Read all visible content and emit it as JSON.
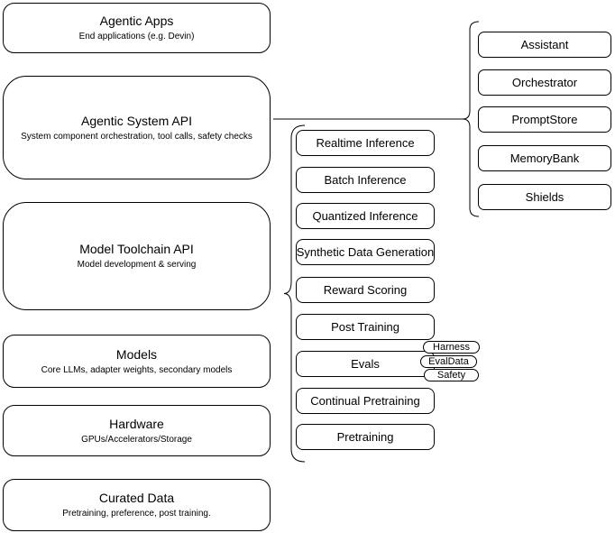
{
  "diagram": {
    "stack": [
      {
        "title": "Agentic Apps",
        "subtitle": "End applications (e.g. Devin)"
      },
      {
        "title": "Agentic System API",
        "subtitle": "System component orchestration, tool calls, safety checks"
      },
      {
        "title": "Model Toolchain API",
        "subtitle": "Model development & serving"
      },
      {
        "title": "Models",
        "subtitle": "Core LLMs, adapter weights, secondary models"
      },
      {
        "title": "Hardware",
        "subtitle": "GPUs/Accelerators/Storage"
      },
      {
        "title": "Curated Data",
        "subtitle": "Pretraining, preference, post training."
      }
    ],
    "toolchain_services": [
      "Realtime Inference",
      "Batch Inference",
      "Quantized Inference",
      "Synthetic Data Generation",
      "Reward Scoring",
      "Post Training",
      "Evals",
      "Continual Pretraining",
      "Pretraining"
    ],
    "evals_tags": [
      "Harness",
      "EvalData",
      "Safety"
    ],
    "system_components": [
      "Assistant",
      "Orchestrator",
      "PromptStore",
      "MemoryBank",
      "Shields"
    ],
    "colors": {
      "stroke": "#000000",
      "background": "#ffffff",
      "text": "#000000"
    }
  }
}
